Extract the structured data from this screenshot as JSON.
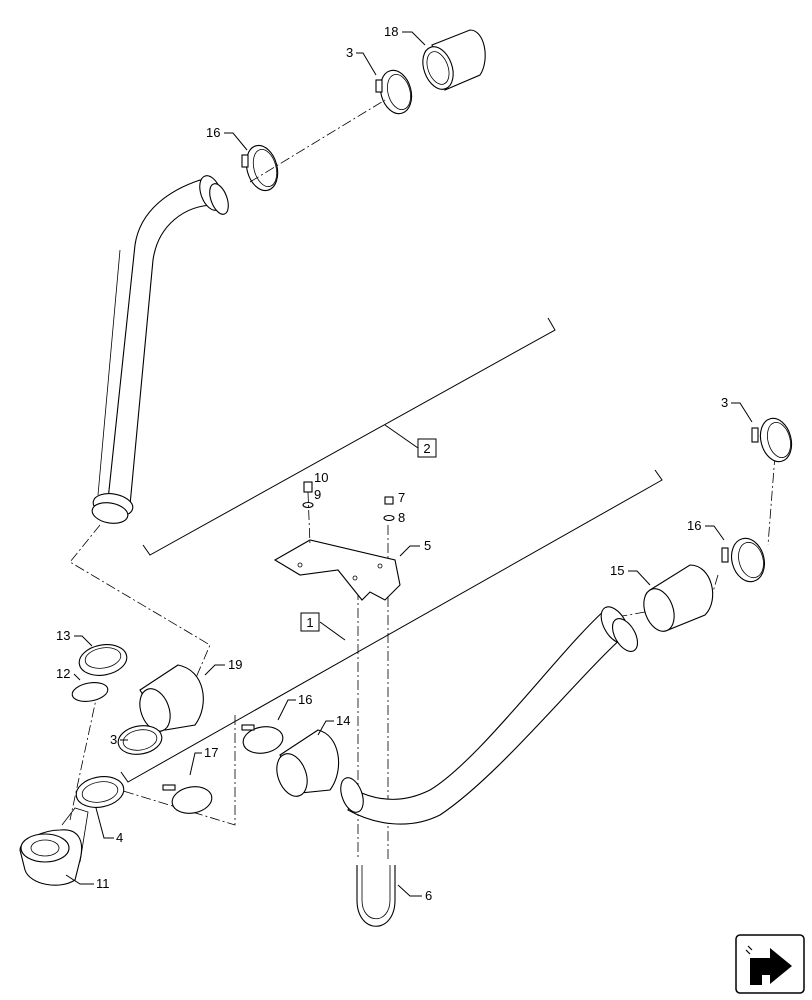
{
  "callouts": {
    "c1": "1",
    "c2": "2",
    "c3a": "3",
    "c3b": "3",
    "c3c": "3",
    "c4": "4",
    "c5": "5",
    "c6": "6",
    "c7": "7",
    "c8": "8",
    "c9": "9",
    "c10": "10",
    "c11": "11",
    "c12": "12",
    "c13": "13",
    "c14": "14",
    "c15": "15",
    "c16a": "16",
    "c16b": "16",
    "c16c": "16",
    "c17": "17",
    "c18": "18",
    "c19": "19"
  },
  "icons": {
    "corner": "navigation-arrow-icon"
  }
}
